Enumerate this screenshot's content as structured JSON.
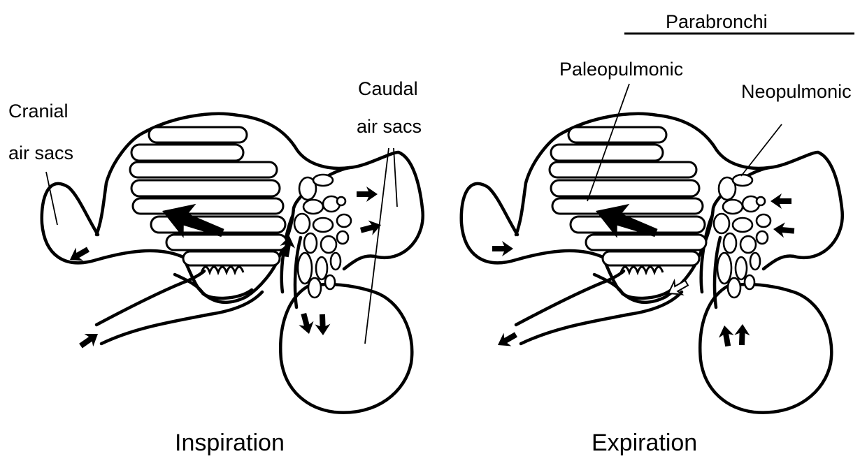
{
  "labels": {
    "cranial": [
      "Cranial",
      "air sacs"
    ],
    "caudal": [
      "Caudal",
      "air sacs"
    ],
    "parabronchi": "Parabronchi",
    "paleopulmonic": "Paleopulmonic",
    "neopulmonic": "Neopulmonic"
  },
  "captions": {
    "inspiration": "Inspiration",
    "expiration": "Expiration"
  },
  "colors": {
    "ink": "#000000",
    "background": "#ffffff"
  }
}
